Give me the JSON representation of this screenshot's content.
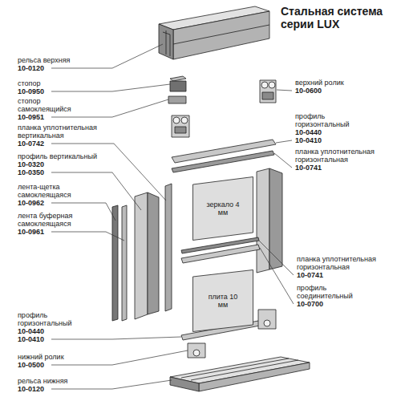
{
  "diagram": {
    "title": "Стальная система серии LUX",
    "nodes": [
      {
        "text": [
          "зеркало 4 мм"
        ]
      },
      {
        "text": [
          "плита 10 мм"
        ]
      }
    ],
    "labels": [
      "рельса верхняя",
      "10-0120",
      "стопор",
      "10-0950",
      "стопор самоклеящийся",
      "10-0951",
      "планка уплотнительная вертикальная",
      "10-0742",
      "профиль вертикальный",
      "10-0320",
      "10-0350",
      "лента-щетка самоклеящаяся",
      "10-0962",
      "лента буферная самоклеящаяся",
      "10-0961",
      "профиль горизонтальный",
      "10-0440",
      "10-0410",
      "нижний ролик",
      "10-0500",
      "рельса нижняя",
      "10-0120",
      "верхний ролик",
      "10-0600",
      "профиль горизонтальный",
      "10-0440",
      "10-0410",
      "планка уплотнительная горизонтальная",
      "10-0741",
      "планка уплотнительная горизонтальная",
      "10-0741",
      "профиль соединительный",
      "10-0700"
    ]
  }
}
